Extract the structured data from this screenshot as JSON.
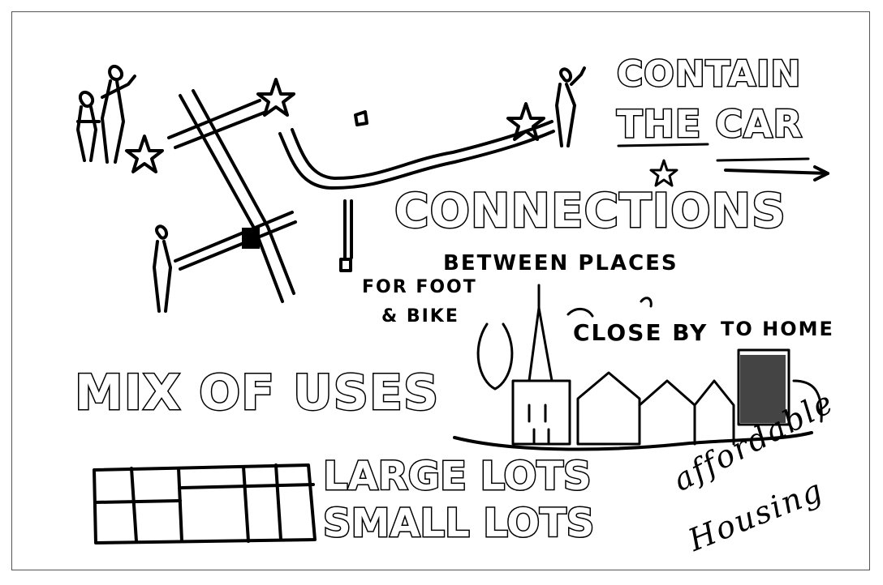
{
  "sketch": {
    "contain": "CONTAIN",
    "the_car": "THE CAR",
    "connections": "CONNECTIONS",
    "between_places": "BETWEEN PLACES",
    "for_foot": "FOR FOOT",
    "and_bike": "& BIKE",
    "close_by": "CLOSE BY",
    "to_home": "TO HOME",
    "mix_of_uses": "MIX OF USES",
    "large_lots": "LARGE LOTS",
    "small_lots": "SMALL LOTS",
    "affordable": "affordable",
    "housing": "Housing"
  }
}
